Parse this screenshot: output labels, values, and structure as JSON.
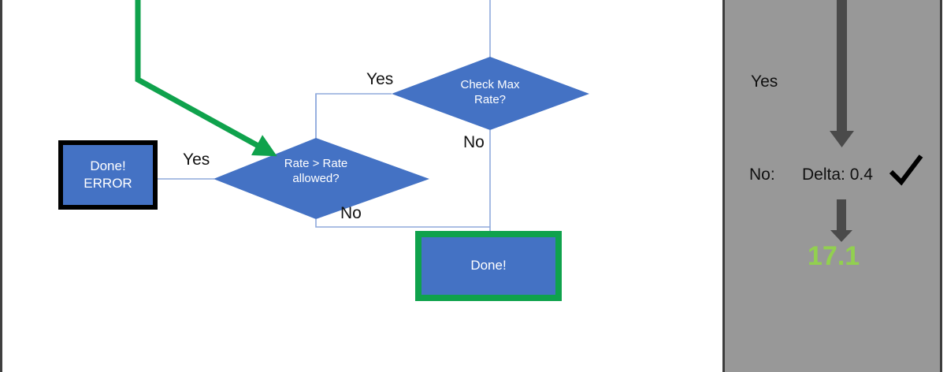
{
  "colors": {
    "node_fill": "#4472C4",
    "node_text": "#FFFFFF",
    "green_highlight": "#0FA24C",
    "error_border": "#000000",
    "connector": "#8FAADC",
    "panel_background": "#989898",
    "panel_border": "#3D3D3D",
    "panel_arrow": "#4A4A4A",
    "value_green": "#92D04F",
    "label_text": "#111111"
  },
  "flowchart": {
    "nodes": [
      {
        "id": "check-max-rate",
        "shape": "decision",
        "label": "Check Max\nRate?"
      },
      {
        "id": "rate-gt-rate-allowed",
        "shape": "decision",
        "label": "Rate > Rate\nallowed?"
      },
      {
        "id": "done-error",
        "shape": "process",
        "label": "Done!\nERROR",
        "highlight": "black-border"
      },
      {
        "id": "done",
        "shape": "process",
        "label": "Done!",
        "highlight": "green-border"
      }
    ],
    "edge_labels": [
      {
        "id": "yes-check-max-rate",
        "text": "Yes"
      },
      {
        "id": "no-check-max-rate",
        "text": "No"
      },
      {
        "id": "yes-rate-gt",
        "text": "Yes"
      },
      {
        "id": "no-rate-gt",
        "text": "No"
      }
    ]
  },
  "panel": {
    "yes_label": "Yes",
    "no_label": "No:",
    "delta_label": "Delta: 0.4",
    "check_icon": "check-mark-icon",
    "value": "17.1",
    "arrows": [
      {
        "id": "panel-arrow-top",
        "direction": "down"
      },
      {
        "id": "panel-arrow-bottom",
        "direction": "down"
      }
    ]
  }
}
